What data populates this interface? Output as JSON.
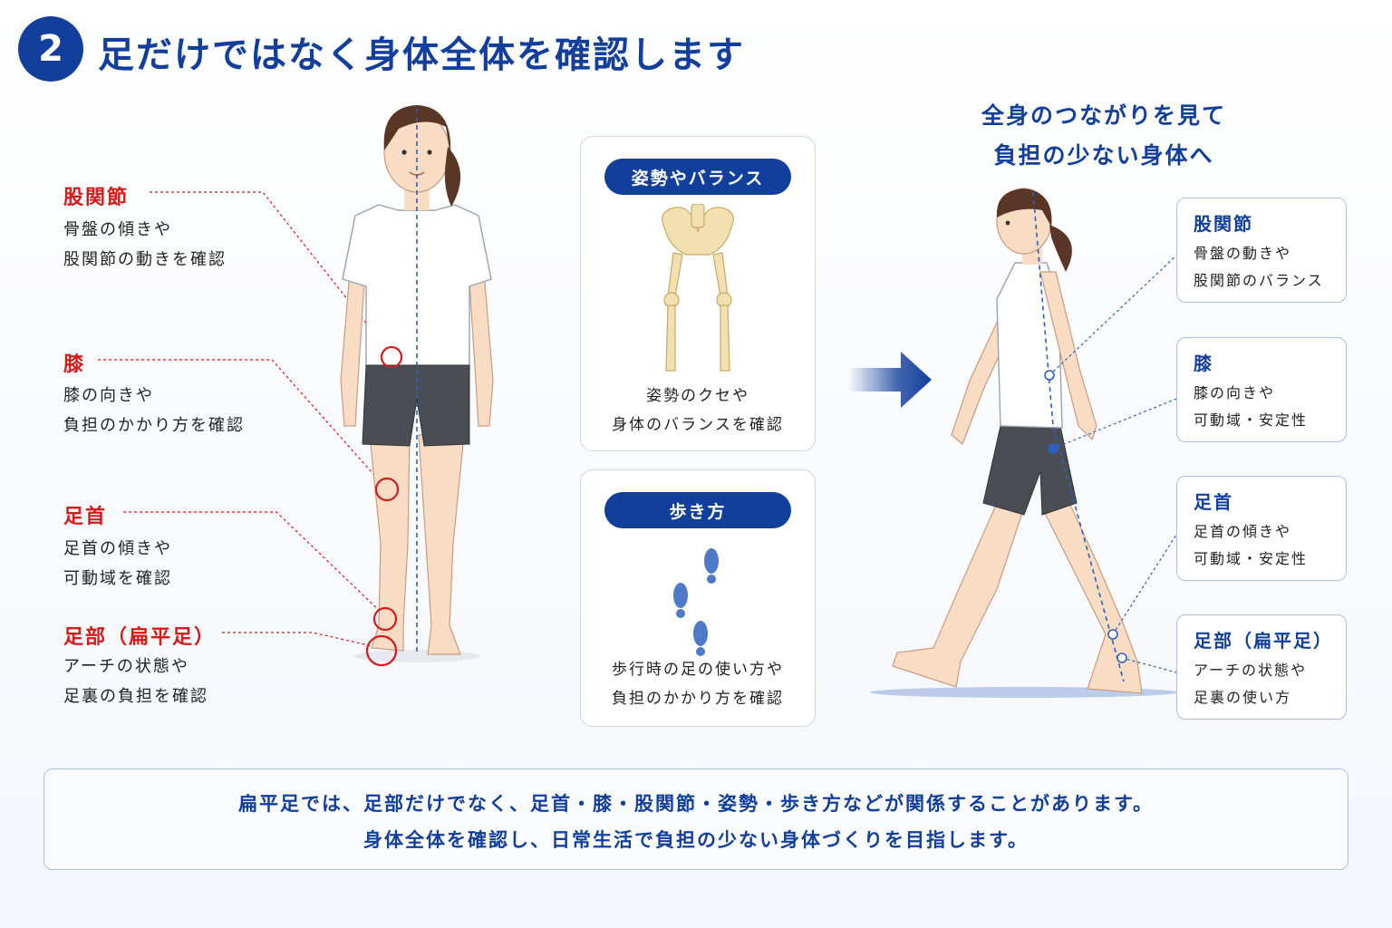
{
  "header": {
    "number": "2",
    "title": "足だけではなく身体全体を確認します"
  },
  "left_labels": [
    {
      "title": "股関節",
      "lines": [
        "骨盤の傾きや",
        "股関節の動きを確認"
      ]
    },
    {
      "title": "膝",
      "lines": [
        "膝の向きや",
        "負担のかかり方を確認"
      ]
    },
    {
      "title": "足首",
      "lines": [
        "足首の傾きや",
        "可動域を確認"
      ]
    },
    {
      "title": "足部（扁平足）",
      "lines": [
        "アーチの状態や",
        "足裏の負担を確認"
      ]
    }
  ],
  "cards": [
    {
      "title": "姿勢やバランス",
      "lines": [
        "姿勢のクセや",
        "身体のバランスを確認"
      ]
    },
    {
      "title": "歩き方",
      "lines": [
        "歩行時の足の使い方や",
        "負担のかかり方を確認"
      ]
    }
  ],
  "right": {
    "heading": [
      "全身のつながりを見て",
      "負担の少ない身体へ"
    ],
    "boxes": [
      {
        "title": "股関節",
        "lines": [
          "骨盤の動きや",
          "股関節のバランス"
        ]
      },
      {
        "title": "膝",
        "lines": [
          "膝の向きや",
          "可動域・安定性"
        ]
      },
      {
        "title": "足首",
        "lines": [
          "足首の傾きや",
          "可動域・安定性"
        ]
      },
      {
        "title": "足部（扁平足）",
        "lines": [
          "アーチの状態や",
          "足裏の使い方"
        ]
      }
    ]
  },
  "note": [
    "扁平足では、足部だけでなく、足首・膝・股関節・姿勢・歩き方などが関係することがあります。",
    "身体全体を確認し、日常生活で負担の少ない身体づくりを目指します。"
  ],
  "colors": {
    "primary": "#123f9c",
    "accent_red": "#d51a1a",
    "skin": "#f8dcc4",
    "shorts": "#4a4d53"
  }
}
